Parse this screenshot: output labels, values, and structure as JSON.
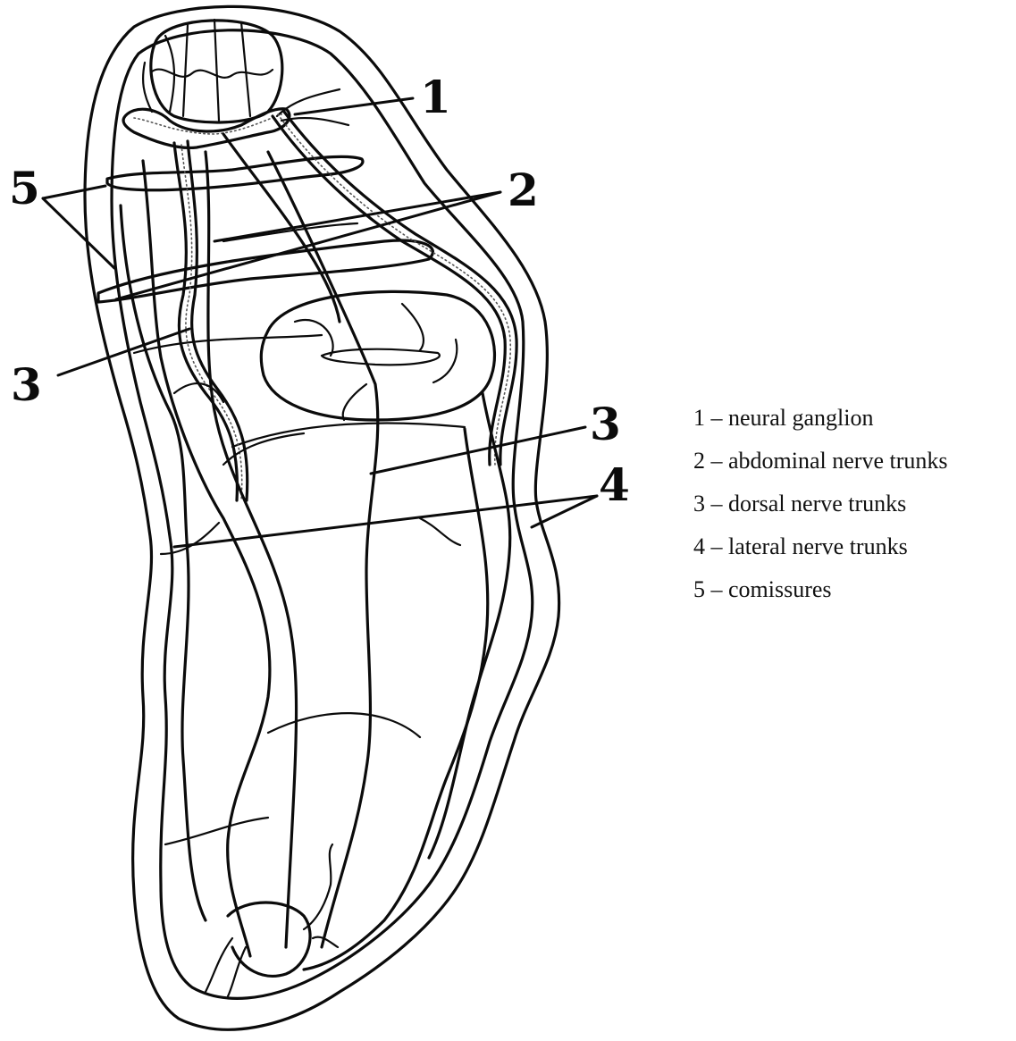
{
  "markers": [
    {
      "id": "1",
      "text": "1"
    },
    {
      "id": "2",
      "text": "2"
    },
    {
      "id": "3a",
      "text": "3"
    },
    {
      "id": "3b",
      "text": "3"
    },
    {
      "id": "4",
      "text": "4"
    },
    {
      "id": "5",
      "text": "5"
    }
  ],
  "legend": [
    {
      "text": "1 – neural ganglion"
    },
    {
      "text": "2 – abdominal nerve trunks"
    },
    {
      "text": "3 – dorsal nerve trunks"
    },
    {
      "text": "4 – lateral nerve trunks"
    },
    {
      "text": "5 – comissures"
    }
  ]
}
